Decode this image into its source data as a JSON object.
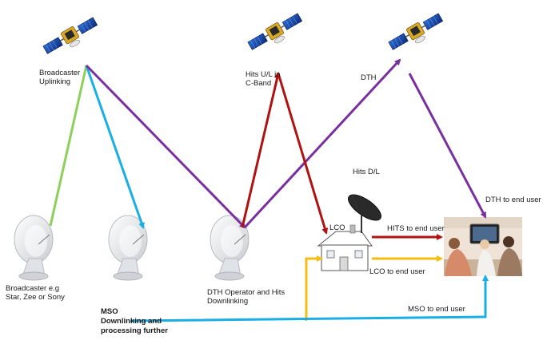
{
  "labels": {
    "broadcaster_uplink": [
      "Broadcaster",
      "Uplinking"
    ],
    "hits_ul": [
      "Hits U/L in",
      "C-Band"
    ],
    "dth": "DTH",
    "hits_dl": "Hits D/L",
    "dth_to_user": "DTH to end user",
    "lco": "LCO",
    "hits_to_user": "HITS to end user",
    "lco_to_user": "LCO to end user",
    "broadcaster_eg": [
      "Broadcaster e.g",
      "Star, Zee or Sony"
    ],
    "dth_operator": [
      "DTH Operator and Hits",
      "Downlinking"
    ],
    "mso": [
      "MSO",
      "Downlinking and",
      "processing further"
    ],
    "mso_to_user": "MSO to end user"
  },
  "colors": {
    "green": "#8cd05a",
    "blue": "#1aaee6",
    "purple": "#7a2fa0",
    "red": "#b01212",
    "yellow": "#f7bc12"
  },
  "icons": [
    "satellite-icon",
    "satellite-dish-icon",
    "house-icon",
    "tv-family-photo"
  ]
}
